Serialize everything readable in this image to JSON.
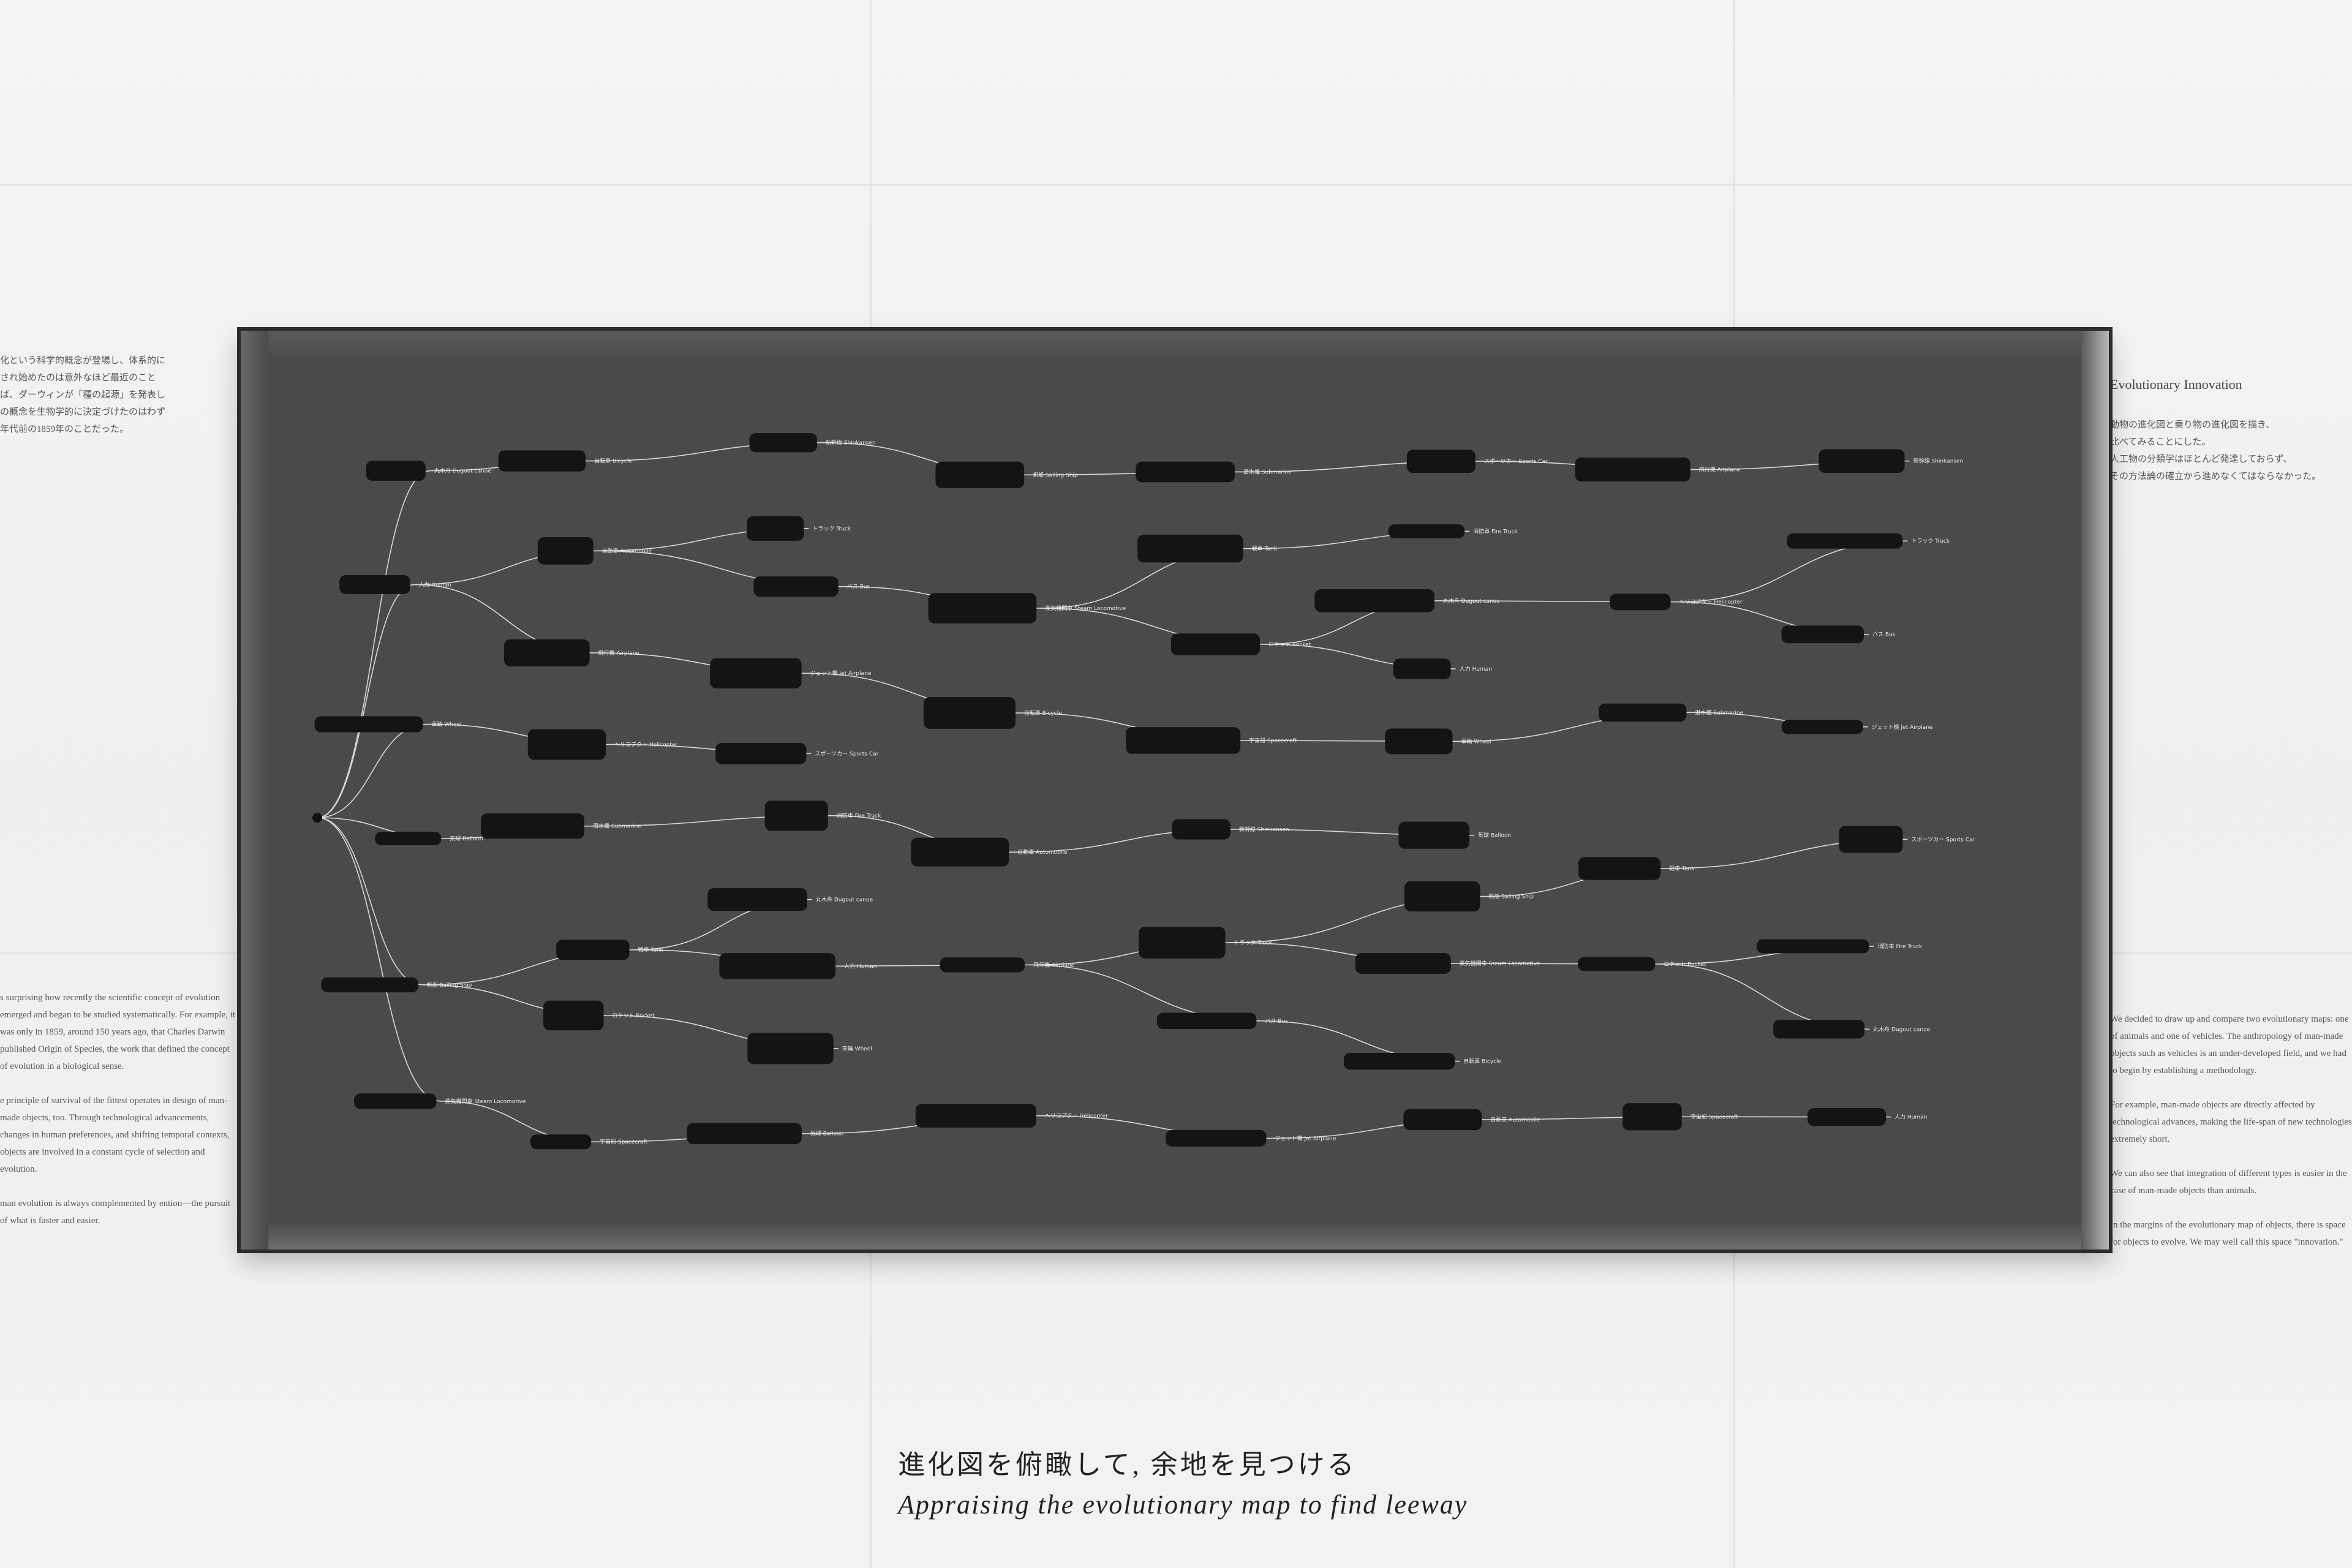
{
  "left_panel": {
    "jp_lines": [
      "化という科学的概念が登場し、体系的に",
      "され始めたのは意外なほど最近のこと",
      "ば、ダーウィンが「種の起源」を発表し",
      "の概念を生物学的に決定づけたのはわず",
      "年代前の1859年のことだった。"
    ],
    "en_paragraphs": [
      "s surprising how recently the scientific concept of evolution emerged and began to be studied systematically. For example, it was only in 1859, around 150 years ago, that Charles Darwin published Origin of Species, the work that defined the concept of evolution in a biological sense.",
      "e principle of survival of the fittest operates in design of man-made objects, too. Through technological advancements, changes in human preferences, and shifting temporal contexts, objects are involved in a constant cycle of selection and evolution.",
      "man evolution is always complemented by ention—the pursuit of what is faster and easier."
    ]
  },
  "right_panel": {
    "heading": "Evolutionary Innovation",
    "jp_lines": [
      "動物の進化図と乗り物の進化図を描き、",
      "比べてみることにした。",
      "人工物の分類学はほとんど発達しておらず、",
      "その方法論の確立から進めなくてはならなかった。"
    ],
    "en_paragraphs": [
      "We decided to draw up and compare two evolutionary maps: one of animals and one of vehicles. The anthropology of man-made objects such as vehicles is an under-developed field, and we had to begin by establishing a methodology.",
      "For example, man-made objects are directly affected by technological advances, making the life-span of new technologies extremely short.",
      "We can also see that integration of different types is easier in the case of man-made objects than animals.",
      "In the margins of the evolutionary map of objects, there is space for objects to evolve. We may well call this space \"innovation.\""
    ]
  },
  "map_items": [
    "丸木舟 Dugout canoe",
    "人力 Human",
    "車輪 Wheel",
    "気球 Balloon",
    "帆船 Sailing Ship",
    "蒸気機関車 Steam Locomotive",
    "自転車 Bicycle",
    "自動車 Automobile",
    "飛行機 Airplane",
    "ヘリコプター Helicopter",
    "潜水艦 Submarine",
    "戦車 Tank",
    "ロケット Rocket",
    "宇宙船 Spacecraft",
    "新幹線 Shinkansen",
    "トラック Truck",
    "バス Bus",
    "ジェット機 Jet Airplane",
    "スポーツカー Sports Car",
    "消防車 Fire Truck"
  ],
  "caption": {
    "jp": "進化図を俯瞰して, 余地を見つける",
    "en": "Appraising the evolutionary map to find leeway"
  }
}
